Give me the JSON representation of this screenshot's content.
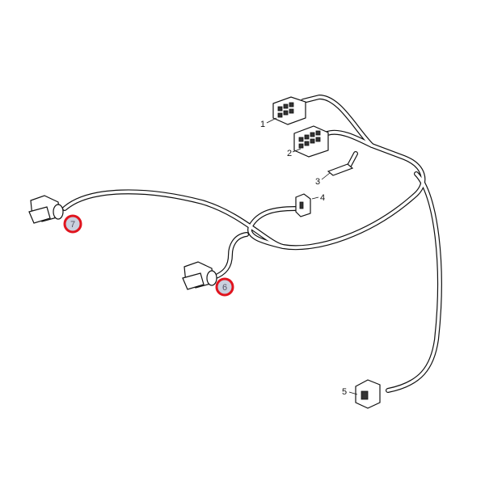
{
  "diagram": {
    "type": "wiring-harness-parts-diagram",
    "labels": [
      "1",
      "2",
      "3",
      "4",
      "5"
    ],
    "callouts": [
      "6",
      "7"
    ],
    "colors": {
      "callout_ring": "#e0141e",
      "callout_fill": "#c9d0de",
      "line": "#111111"
    }
  }
}
